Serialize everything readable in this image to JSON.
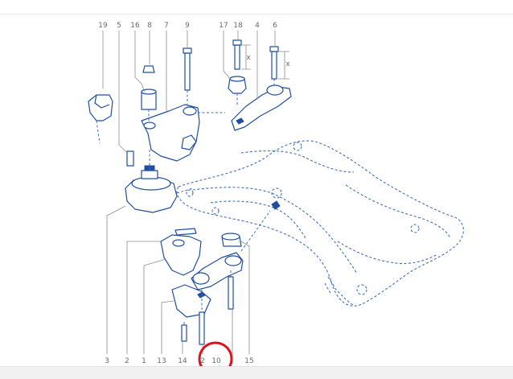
{
  "diagram": {
    "callouts_top": [
      "19",
      "5",
      "16",
      "8",
      "7",
      "9",
      "17",
      "18",
      "4",
      "6"
    ],
    "callouts_bottom": [
      "3",
      "2",
      "1",
      "13",
      "14",
      "2",
      "10",
      "15"
    ],
    "dimension_marks": [
      "x",
      "x"
    ],
    "highlight": {
      "label": "10",
      "color": "#d8141c"
    },
    "colors": {
      "line": "#1f4fa3",
      "frame": "#3f6fc2",
      "callout_text": "#6a6a6a"
    }
  }
}
